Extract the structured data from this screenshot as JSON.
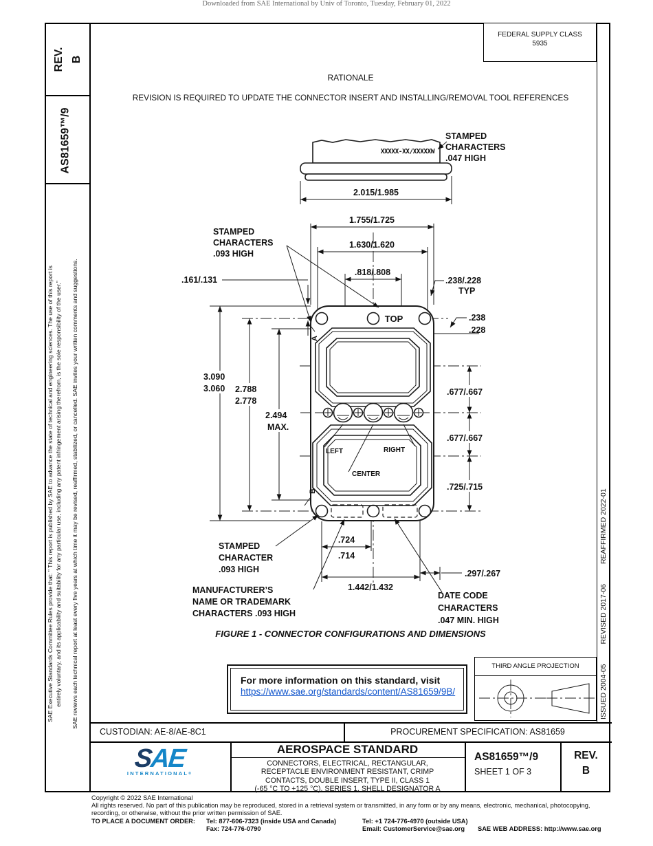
{
  "page": {
    "download_notice": "Downloaded from SAE International by Univ of Toronto, Tuesday, February 01, 2022"
  },
  "sidebar_left": {
    "rev_label": "REV.",
    "rev_value": "B",
    "doc_number": "AS81659™/9",
    "legal_line1": "SAE Executive Standards Committee Rules provide that: \" This report is published by SAE to advance the state of technical and engineering sciences. The use of this report is",
    "legal_line2": "entirely voluntary, and its applicability and suitability for any particular use, including any patent infringement arising therefrom, is the sole responsibility of the user.\"",
    "legal_line3": "SAE reviews each technical report at least every five years at which time it may be revised, reaffirmed, stabilized, or cancelled. SAE invites your written comments and suggestions."
  },
  "sidebar_right": {
    "issued": "ISSUED 2004-05",
    "revised": "REVISED 2017-06",
    "reaffirmed": "REAFFIRMED 2022-01"
  },
  "supply_class": {
    "label": "FEDERAL SUPPLY CLASS",
    "value": "5935"
  },
  "rationale": {
    "heading": "RATIONALE",
    "body": "REVISION IS REQUIRED TO UPDATE THE CONNECTOR INSERT AND INSTALLING/REMOVAL TOOL REFERENCES"
  },
  "drawing": {
    "stamped_part_number": "XXXXX-XX/XXXXXW",
    "labels": {
      "stamped_chars_top": [
        "STAMPED",
        "CHARACTERS",
        ".047 HIGH"
      ],
      "stamped_chars_left": [
        "STAMPED",
        "CHARACTERS",
        ".093 HIGH"
      ],
      "stamped_char_bottom": [
        "STAMPED",
        "CHARACTER",
        ".093 HIGH"
      ],
      "manufacturer": [
        "MANUFACTURER’S",
        "NAME OR TRADEMARK",
        "CHARACTERS .093 HIGH"
      ],
      "date_code": [
        "DATE CODE",
        "CHARACTERS",
        ".047 MIN. HIGH"
      ],
      "top": "TOP",
      "left": "LEFT",
      "right": "RIGHT",
      "center": "CENTER",
      "datum_a": "A",
      "datum_b": "B"
    },
    "dims": {
      "side_width": "2.015/1.985",
      "overall_width": "1.755/1.725",
      "inner_width": "1.630/1.620",
      "insert_width": ".818/.808",
      "typ_offset": ".238/.228",
      "typ_suffix": "TYP",
      "edge_offset_1": ".238",
      "edge_offset_2": ".228",
      "hole_offset": ".161/.131",
      "overall_height_1": "3.090",
      "overall_height_2": "3.060",
      "hole_span_1": "2.788",
      "hole_span_2": "2.778",
      "max_height_1": "2.494",
      "max_height_2": "MAX.",
      "upper_insert": ".677/.667",
      "lower_insert": ".677/.667",
      "bottom_insert": ".725/.715",
      "slot_width_1": ".724",
      "slot_width_2": ".714",
      "bottom_span": "1.442/1.432",
      "date_offset": ".297/.267"
    },
    "caption": "FIGURE 1 - CONNECTOR CONFIGURATIONS AND DIMENSIONS"
  },
  "info_box": {
    "text": "For more information on this standard, visit",
    "link": "https://www.sae.org/standards/content/AS81659/9B/"
  },
  "projection": {
    "title": "THIRD ANGLE PROJECTION"
  },
  "footer": {
    "custodian": "CUSTODIAN: AE-8/AE-8C1",
    "procurement": "PROCUREMENT SPECIFICATION: AS81659",
    "logo_s": "S",
    "logo_ae": "AE",
    "logo_sub": "INTERNATIONAL",
    "logo_reg": "®",
    "standard_heading": "AEROSPACE STANDARD",
    "desc_line1": "CONNECTORS, ELECTRICAL, RECTANGULAR,",
    "desc_line2": "RECEPTACLE ENVIRONMENT RESISTANT, CRIMP",
    "desc_line3": "CONTACTS, DOUBLE INSERT, TYPE II, CLASS 1",
    "desc_line4": "(-65 °C TO +125 °C), SERIES 1, SHELL DESIGNATOR A",
    "doc_number": "AS81659™/9",
    "sheet": "SHEET 1 OF 3",
    "rev_label": "REV.",
    "rev_value": "B"
  },
  "copyright": {
    "line1": "Copyright © 2022 SAE International",
    "line2": "All rights reserved. No part of this publication may be reproduced, stored in a retrieval system or transmitted, in any form or by any means, electronic, mechanical, photocopying,",
    "line3": "recording, or otherwise, without the prior written permission of SAE.",
    "order_label": "TO PLACE A DOCUMENT ORDER:",
    "tel1": "Tel: 877-606-7323 (inside USA and Canada)",
    "tel2": "Tel: +1 724-776-4970 (outside USA)",
    "fax": "Fax: 724-776-0790",
    "email": "Email: CustomerService@sae.org",
    "web": "SAE WEB ADDRESS: http://www.sae.org"
  }
}
